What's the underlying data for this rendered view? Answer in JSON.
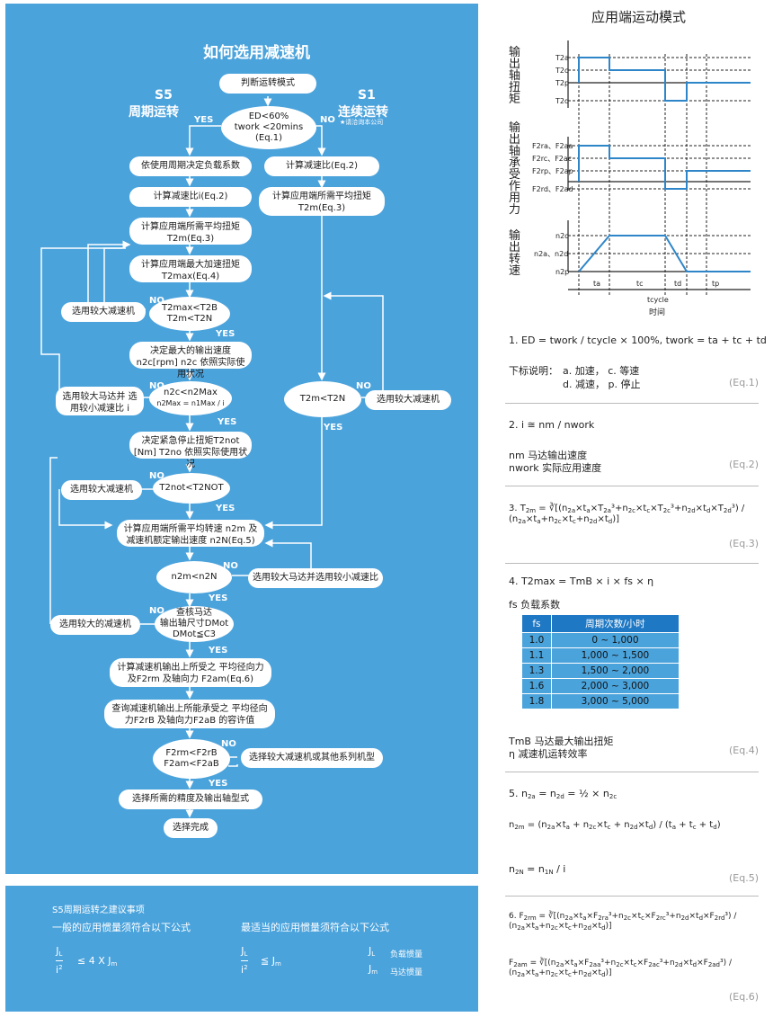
{
  "left": {
    "title": "如何选用减速机",
    "s5": {
      "code": "S5",
      "name": "周期运转"
    },
    "s1": {
      "code": "S1",
      "name": "连续运转",
      "note": "★请洽询本公司"
    },
    "start": "判断运转模式",
    "decision1": {
      "l1": "ED<60%",
      "l2": "twork <20mins",
      "l3": "(Eq.1)"
    },
    "yes": "YES",
    "no": "NO",
    "s5_steps": [
      "依使用周期决定负载系数",
      "计算减速比i(Eq.2)",
      "计算应用端所需平均扭矩 T2m(Eq.3)",
      "计算应用端最大加速扭矩 T2max(Eq.4)"
    ],
    "check_t2max": {
      "l1": "T2max<T2B",
      "l2": "T2m<T2N"
    },
    "side_larger": "选用较大减速机",
    "speed_step": "决定最大的输出速度 n2c[rpm] n2c 依照实际使用状况",
    "check_speed": {
      "l1": "n2c<n2Max",
      "l2": "n2Max = n1Max / i"
    },
    "side_motor": "选用较大马达并 选用较小减速比 i",
    "stop_step": "决定紧急停止扭矩T2not [Nm] T2no 依照实际使用状况",
    "check_stop": "T2not<T2NOT",
    "side_larger2": "选用较大减速机",
    "s1_steps": [
      "计算减速比(Eq.2)",
      "计算应用端所需平均扭矩 T2m(Eq.3)"
    ],
    "check_s1": "T2m<T2N",
    "side_s1": "选用较大减速机",
    "avg_speed": "计算应用端所需平均转速 n2m 及 减速机额定输出速度 n2N(Eq.5)",
    "check_avg": "n2m<n2N",
    "side_avg": "选用较大马达并选用较小减速比",
    "check_motor": {
      "l1": "查核马达",
      "l2": "输出轴尺寸DMot",
      "l3": "DMot≦C3"
    },
    "side_motor2": "选用较大的减速机",
    "force_step": "计算减速机输出上所受之 平均径向力及F2rm 及轴向力 F2am(Eq.6)",
    "allow_step": "查询减速机输出上所能承受之 平均径向力F2rB 及轴向力F2aB 的容许值",
    "check_force": {
      "l1": "F2rm<F2rB",
      "l2": "F2am<F2aB"
    },
    "side_force": "选择较大减速机或其他系列机型",
    "final1": "选择所需的精度及输出轴型式",
    "final2": "选择完成"
  },
  "bottom": {
    "title": "S5周期运转之建议事项",
    "general": "一般的应用惯量须符合以下公式",
    "best": "最适当的应用惯量须符合以下公式",
    "formula_general": "≤ 4 X J",
    "formula_best": "≦ J",
    "jl": "负载惯量",
    "jm": "马达惯量"
  },
  "right": {
    "title": "应用端运动模式",
    "y_torque": "输出轴扭矩",
    "y_force": "输出轴承受作用力",
    "y_speed": "输出转速",
    "time": "时间",
    "eq1": {
      "formula": "1. ED = twork / tcycle × 100%, twork = ta + tc + td",
      "note_title": "下标说明：",
      "note1": "a. 加速， c. 等速",
      "note2": "d. 减速， p. 停止",
      "tag": "(Eq.1)"
    },
    "eq2": {
      "formula": "2. i ≅ nm / nwork",
      "l1": "nm 马达输出速度",
      "l2": "nwork 实际应用速度",
      "tag": "(Eq.2)"
    },
    "eq3": {
      "tag": "(Eq.3)"
    },
    "eq4": {
      "formula": "4. T2max = TmB × i × fs × η",
      "fs": "fs 负载系数",
      "tmb": "TmB 马达最大输出扭矩",
      "eta": "η 减速机运转效率",
      "tag": "(Eq.4)"
    },
    "table": {
      "headers": [
        "fs",
        "周期次数/小时"
      ],
      "rows": [
        [
          "1.0",
          "0 ~ 1,000"
        ],
        [
          "1.1",
          "1,000 ~ 1,500"
        ],
        [
          "1.3",
          "1,500 ~ 2,000"
        ],
        [
          "1.6",
          "2,000 ~ 3,000"
        ],
        [
          "1.8",
          "3,000 ~ 5,000"
        ]
      ]
    },
    "eq5": {
      "tag": "(Eq.5)"
    },
    "eq6": {
      "tag": "(Eq.6)"
    }
  }
}
